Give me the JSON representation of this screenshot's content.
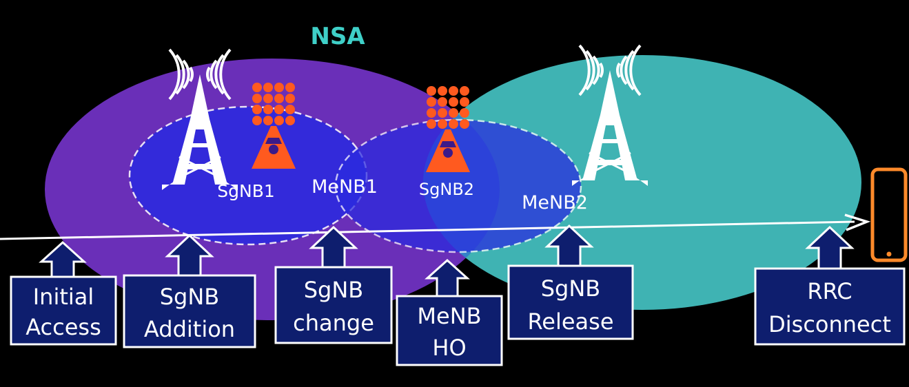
{
  "title": "NSA",
  "colors": {
    "background": "#000000",
    "lte_cell_1": "#6a2fb8",
    "lte_cell_2": "#3fb3b3",
    "nr_cell": "#2a2ae0",
    "nr_antenna": "#ff5a1f",
    "title": "#3fd0c8",
    "box_fill": "#0e1e6e",
    "box_border": "#ffffff",
    "phone": "#ff8a2a"
  },
  "nodes": {
    "sgnb1": "SgNB1",
    "menb1": "MeNB1",
    "sgnb2": "SgNB2",
    "menb2": "MeNB2"
  },
  "events": {
    "initial_access": [
      "Initial",
      "Access"
    ],
    "sgnb_addition": [
      "SgNB",
      "Addition"
    ],
    "sgnb_change": [
      "SgNB",
      "change"
    ],
    "menb_ho": [
      "MeNB",
      "HO"
    ],
    "sgnb_release": [
      "SgNB",
      "Release"
    ],
    "rrc_disconnect": [
      "RRC",
      "Disconnect"
    ]
  },
  "icons": {
    "lte_tower": "lattice-tower-icon",
    "nr_antenna": "antenna-array-icon",
    "ue": "smartphone-icon"
  }
}
